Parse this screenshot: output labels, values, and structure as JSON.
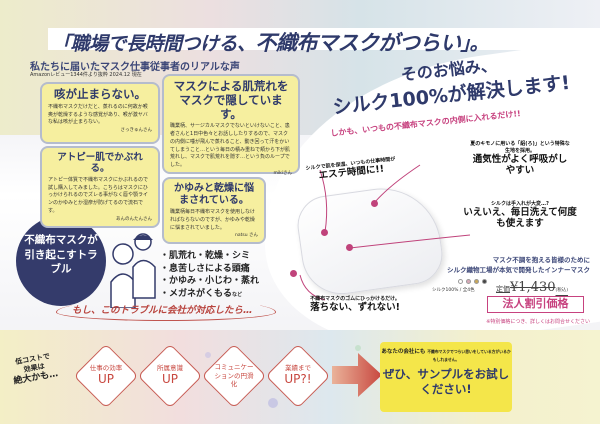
{
  "title": {
    "prefix": "「職場で長時間つける、",
    "emphasis": "不織布マスクがつらい",
    "suffix": "」。"
  },
  "subtitle": "私たちに届いたマスク仕事従事者のリアルな声",
  "source_note": "Amazonレビュー1344件より抜粋 2024.12 現在",
  "reviews": [
    {
      "heading": "咳が止まらない。",
      "body": "不織布マスクだけだと、蒸れるのに何故か喉奥が乾燥するような感覚があり、喉が激ヤバな私は咳が止まらない。",
      "author": "さっきゅんさん"
    },
    {
      "heading": "マスクによる肌荒れをマスクで隠しています。",
      "body": "職業柄、サージカルマスクでないといけないこと、患者さんと1日中色々とお話ししたりするので、マスクの内側に唾が飛んで蒸れること、動き回って汗をかいてしまうこと…という毎日の積み重ねで頬から下が肌荒れし、マスクで肌荒れを隠す…という負のループでした。",
      "author": "mikiさん"
    },
    {
      "heading": "アトピー肌でかぶれる。",
      "body": "アトピー体質で不織布マスクにかぶれるので試し購入してみました。こちらはマスクにひっかけられるのでズレる事がなく唇や顎ラインのかゆみとか湿疹が防げてるので流石です。",
      "author": "あんのんたんさん"
    },
    {
      "heading": "かゆみと乾燥に悩まされている。",
      "body": "職業柄毎日不織布マスクを使用しなければならないのですが、かゆみや乾燥に悩まされていました。",
      "author": "natsu さん"
    }
  ],
  "trouble_circle": "不織布マスクが引き起こすトラブル",
  "troubles": [
    "肌荒れ・乾燥・シミ",
    "息苦しさによる頭痛",
    "かゆみ・小じわ・蒸れ",
    "メガネがくもる"
  ],
  "troubles_suffix": "など",
  "if_text": "もし、このトラブルに会社が対応したら…",
  "headline": {
    "line1": "そのお悩み、",
    "line2": "シルク100%が解決します!"
  },
  "pink_line": "しかも、いつもの不織布マスクの内側に入れるだけ!!",
  "callouts": [
    {
      "small": "シルクで肌を保湿、いつもの仕事時間が",
      "big": "エステ時間に!!"
    },
    {
      "small": "夏のキモノに用いる「絽(ろ)」という特殊な生地を採用。",
      "big": "通気性がよく呼吸がしやすい"
    },
    {
      "small": "シルクは手入れが大変…?",
      "big": "いえいえ、毎日洗えて何度も使えます"
    },
    {
      "small": "不織布マスクのゴムにひっかけるだけ。",
      "big": "落ちない、ずれない!"
    }
  ],
  "product": {
    "line1": "マスク不調を抱える皆様のために",
    "line2": "シルク織物工場が本気で開発したインナーマスク",
    "spec": "シルク100% / 全4色",
    "price_label": "定価",
    "price": "¥1,430",
    "tax": "(税込)",
    "colors": [
      "#ffffff",
      "#d8aab8",
      "#c9a85a",
      "#444444"
    ],
    "corporate": "法人割引価格",
    "corporate_note": "※特別価格につき、詳しくはお問合せください"
  },
  "low_cost": {
    "line1": "低コストで",
    "line2": "効果は",
    "line3": "絶大かも…"
  },
  "benefits": [
    {
      "text": "仕事の効率",
      "up": "UP"
    },
    {
      "text": "所属意識",
      "up": "UP"
    },
    {
      "text": "コミュニケーションの円滑化",
      "up": ""
    },
    {
      "text": "業績まで",
      "up": "UP?!"
    }
  ],
  "cta": {
    "lead": "あなたの会社にも",
    "lead_small": "不織布マスクでつらい思いをしている方がいるかもしれません。",
    "main": "ぜひ、サンプルをお試しください!"
  },
  "colors": {
    "navy": "#2f3a6b",
    "pink": "#c7427f",
    "red": "#c8473f",
    "yellow": "#f4e64a",
    "bubble": "#f6ef9f"
  }
}
